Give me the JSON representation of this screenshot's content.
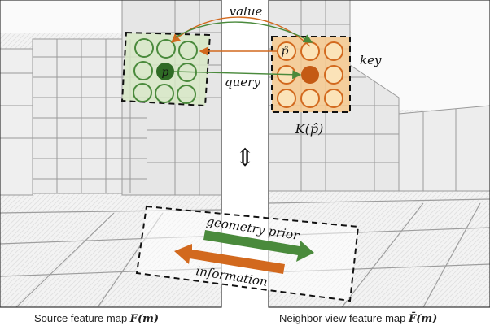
{
  "labels": {
    "value": "value",
    "key": "key",
    "query": "query",
    "p": "p",
    "p_hat": "p̂",
    "k_of_p_hat": "K(p̂)",
    "geometry_prior": "geometry prior",
    "information": "information",
    "double_arrow": "⇕"
  },
  "captions": {
    "source_prefix": "Source feature map ",
    "source_math": "F(m)",
    "neighbor_prefix": "Neighbor view feature map ",
    "neighbor_math": "F̄(m)"
  },
  "colors": {
    "green": "#4a8a3c",
    "green_dark": "#2f6b25",
    "green_fill": "#d7e8c6",
    "orange": "#d2691e",
    "orange_dark": "#c45a14",
    "orange_fill": "#f6c98e",
    "panel_bg": "#f2f2f2"
  }
}
